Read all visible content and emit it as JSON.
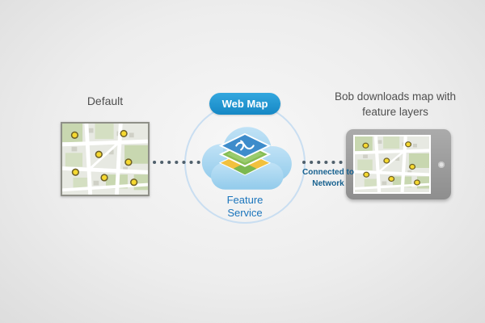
{
  "diagram": {
    "left": {
      "label": "Default"
    },
    "center": {
      "badge_label": "Web Map",
      "service_label": "Feature Service"
    },
    "connection": {
      "label": "Connected to Network"
    },
    "right": {
      "caption": "Bob downloads map with feature layers"
    }
  },
  "icons": {
    "cloud": "cloud-icon",
    "layers": "feature-layers-icon",
    "map_thumbnail": "street-map-graphic",
    "tablet": "tablet-device"
  },
  "colors": {
    "badge_blue": "#1f93cf",
    "cloud_blue": "#a3d3ef",
    "service_text_blue": "#1b75bc",
    "network_text_blue": "#17618f",
    "caption_gray": "#4f4f4f",
    "connector_dot": "#50606c",
    "circle_outline": "#c9def1",
    "poi_yellow": "#f6d930",
    "tablet_gray": "#9d9d9d"
  }
}
